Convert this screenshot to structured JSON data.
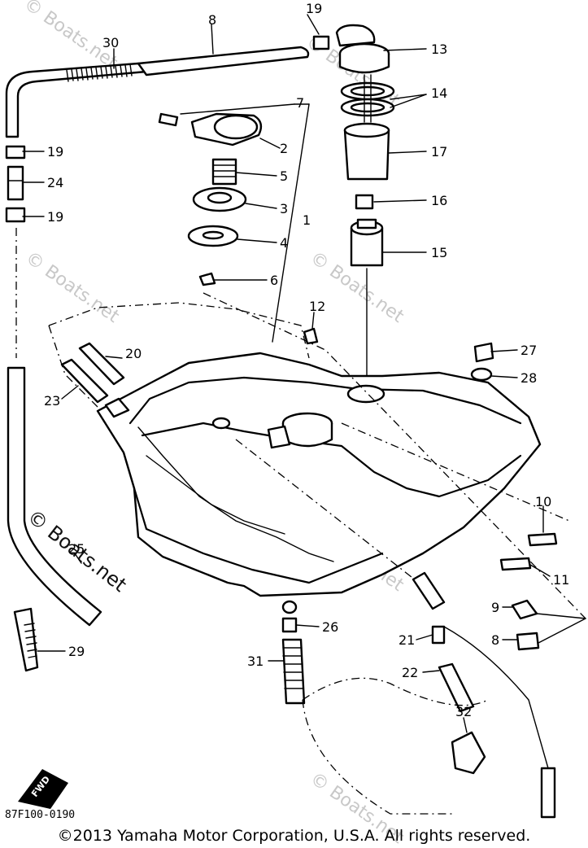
{
  "callouts": {
    "c1": "1",
    "c2": "2",
    "c3": "3",
    "c4": "4",
    "c5": "5",
    "c6": "6",
    "c7": "7",
    "c8a": "8",
    "c8b": "8",
    "c9": "9",
    "c10": "10",
    "c11": "11",
    "c12": "12",
    "c13": "13",
    "c14": "14",
    "c15": "15",
    "c16": "16",
    "c17": "17",
    "c19a": "19",
    "c19b": "19",
    "c19c": "19",
    "c20": "20",
    "c21": "21",
    "c22": "22",
    "c23": "23",
    "c24": "24",
    "c25": "25",
    "c26": "26",
    "c27": "27",
    "c28": "28",
    "c29": "29",
    "c30": "30",
    "c31": "31",
    "c32": "32"
  },
  "watermark": "© Boats.net",
  "drawing_code": "87F100-0190",
  "forward_label": "FWD",
  "copyright": "©2013 Yamaha Motor Corporation, U.S.A. All rights reserved."
}
